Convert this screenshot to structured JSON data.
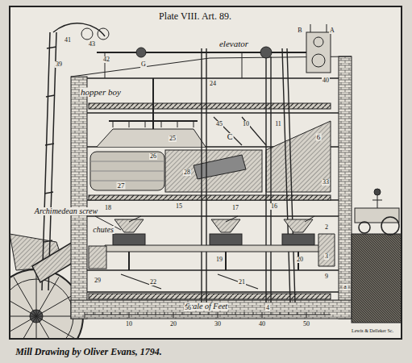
{
  "diagram": {
    "title": "Plate VIII. Art. 89.",
    "caption": "Mill Drawing by Oliver Evans, 1794.",
    "labels": [
      "elevator",
      "hopper boy",
      "Archimedean screw",
      "chutes",
      "Scale of Feet",
      "Lewis & Delleker Sc.",
      "41",
      "39",
      "42",
      "43",
      "G",
      "24",
      "B",
      "A",
      "40",
      "45",
      "C",
      "10",
      "11",
      "6",
      "26",
      "25",
      "28",
      "27",
      "15",
      "16",
      "33",
      "18",
      "17",
      "19",
      "20",
      "29",
      "22",
      "21",
      "2",
      "3",
      "9",
      "56",
      "4",
      "a",
      "10",
      "20",
      "30",
      "40",
      "50"
    ]
  }
}
